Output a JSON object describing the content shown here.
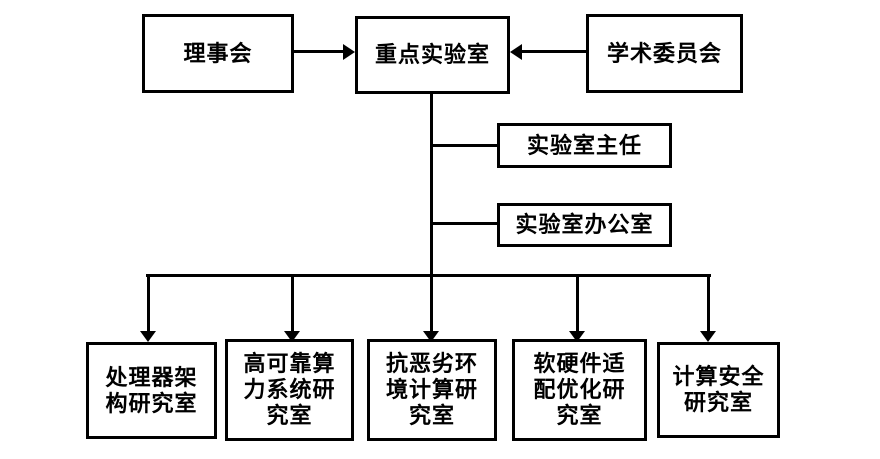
{
  "diagram": {
    "type": "org-chart",
    "colors": {
      "line": "#000000",
      "box_border": "#000000",
      "box_background": "#ffffff",
      "text": "#000000"
    },
    "nodes": {
      "council": {
        "label": "理事会"
      },
      "key_lab": {
        "label": "重点实验室"
      },
      "academic_committee": {
        "label": "学术委员会"
      },
      "lab_director": {
        "label": "实验室主任"
      },
      "lab_office": {
        "label": "实验室办公室"
      },
      "dept_processor_architecture": {
        "label": "处理器架构研究室"
      },
      "dept_reliable_computing": {
        "label": "高可靠算力系统研究室"
      },
      "dept_harsh_environment": {
        "label": "抗恶劣环境计算研究室"
      },
      "dept_sw_hw_adaptation": {
        "label": "软硬件适配优化研究室"
      },
      "dept_computing_security": {
        "label": "计算安全研究室"
      }
    },
    "edges": [
      {
        "from": "council",
        "to": "key_lab",
        "style": "arrow"
      },
      {
        "from": "academic_committee",
        "to": "key_lab",
        "style": "arrow"
      },
      {
        "from": "key_lab",
        "to": "lab_director",
        "style": "line"
      },
      {
        "from": "key_lab",
        "to": "lab_office",
        "style": "line"
      },
      {
        "from": "key_lab",
        "to": "dept_processor_architecture",
        "style": "arrow"
      },
      {
        "from": "key_lab",
        "to": "dept_reliable_computing",
        "style": "arrow"
      },
      {
        "from": "key_lab",
        "to": "dept_harsh_environment",
        "style": "arrow"
      },
      {
        "from": "key_lab",
        "to": "dept_sw_hw_adaptation",
        "style": "arrow"
      },
      {
        "from": "key_lab",
        "to": "dept_computing_security",
        "style": "arrow"
      }
    ]
  }
}
